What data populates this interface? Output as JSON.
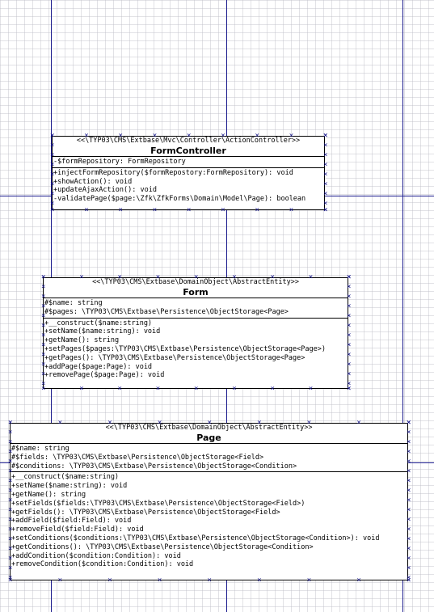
{
  "classes": [
    {
      "id": "form-controller",
      "stereotype": "<<\\TYP03\\CMS\\Extbase\\Mvc\\Controller\\ActionController>>",
      "name": "FormController",
      "attributes": [
        "-$formRepository: FormRepository"
      ],
      "operations": [
        "+injectFormRepository($formRepostory:FormRepository): void",
        "+showAction(): void",
        "+updateAjaxAction(): void",
        "-validatePage($page:\\Zfk\\ZfkForms\\Domain\\Model\\Page): boolean"
      ]
    },
    {
      "id": "form",
      "stereotype": "<<\\TYP03\\CMS\\Extbase\\DomainObject\\AbstractEntity>>",
      "name": "Form",
      "attributes": [
        "#$name: string",
        "#$pages: \\TYP03\\CMS\\Extbase\\Persistence\\ObjectStorage<Page>"
      ],
      "operations": [
        "+__construct($name:string)",
        "+setName($name:string): void",
        "+getName(): string",
        "+setPages($pages:\\TYP03\\CMS\\Extbase\\Persistence\\ObjectStorage<Page>)",
        "+getPages(): \\TYP03\\CMS\\Extbase\\Persistence\\ObjectStorage<Page>",
        "+addPage($page:Page): void",
        "+removePage($page:Page): void"
      ]
    },
    {
      "id": "page",
      "stereotype": "<<\\TYP03\\CMS\\Extbase\\DomainObject\\AbstractEntity>>",
      "name": "Page",
      "attributes": [
        "#$name: string",
        "#$fields: \\TYP03\\CMS\\Extbase\\Persistence\\ObjectStorage<Field>",
        "#$conditions: \\TYP03\\CMS\\Extbase\\Persistence\\ObjectStorage<Condition>"
      ],
      "operations": [
        "+__construct($name:string)",
        "+setName($name:string): void",
        "+getName(): string",
        "+setFields($fields:\\TYP03\\CMS\\Extbase\\Persistence\\ObjectStorage<Field>)",
        "+getFields(): \\TYP03\\CMS\\Extbase\\Persistence\\ObjectStorage<Field>",
        "+addField($field:Field): void",
        "+removeField($field:Field): void",
        "+setConditions($conditions:\\TYP03\\CMS\\Extbase\\Persistence\\ObjectStorage<Condition>): void",
        "+getConditions(): \\TYP03\\CMS\\Extbase\\Persistence\\ObjectStorage<Condition>",
        "+addCondition($condition:Condition): void",
        "+removeCondition($condition:Condition): void"
      ]
    }
  ]
}
